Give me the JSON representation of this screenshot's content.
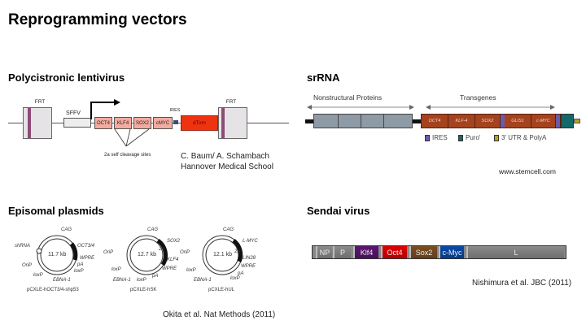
{
  "slide": {
    "title": "Reprogramming vectors"
  },
  "lentivirus": {
    "heading": "Polycistronic lentivirus",
    "frt_left": "FRT",
    "frt_right": "FRT",
    "promoter": "SFFV",
    "genes": [
      "OCT4",
      "KLF4",
      "SOX2",
      "cMYC"
    ],
    "ires": "IRES",
    "reporter": "dTom",
    "cleavage_label": "2a self cleavage sites",
    "citation_line1": "C. Baum/ A. Schambach",
    "citation_line2": "Hannover Medical School",
    "colors": {
      "gene": "#f4aaa0",
      "reporter": "#ee3311",
      "frt_bar": "#8e4a78",
      "frt_box": "#e6e3e6"
    }
  },
  "srrna": {
    "heading": "srRNA",
    "nonstructural_label": "Nonstructural Proteins",
    "transgenes_label": "Transgenes",
    "transgenes": [
      "OCT4",
      "KLF-4",
      "SOX2",
      "GLIS1",
      "c-MYC"
    ],
    "legend": [
      {
        "label": "IRES",
        "color": "#6a5aa8"
      },
      {
        "label": "Puro'",
        "color": "#13686a"
      },
      {
        "label": "3' UTR & PolyA",
        "color": "#b8a020"
      }
    ],
    "citation": "www.stemcell.com",
    "colors": {
      "nsp": "#8e9ba6",
      "transgene": "#a5431f"
    }
  },
  "episomal": {
    "heading": "Episomal plasmids",
    "plasmids": [
      {
        "name": "pCXLE-hOCT3/4-shp53",
        "size": "11.7 kb",
        "labels": [
          "CAG",
          "OCT3/4",
          "WPRE",
          "pA",
          "loxP",
          "EBNA-1",
          "loxP",
          "OriP",
          "shRNA"
        ]
      },
      {
        "name": "pCXLE-hSK",
        "size": "12.7 kb",
        "labels": [
          "CAG",
          "SOX2",
          "2A",
          "KLF4",
          "WPRE",
          "pA",
          "loxP",
          "EBNA-1",
          "loxP",
          "OriP"
        ]
      },
      {
        "name": "pCXLE-hUL",
        "size": "12.1 kb",
        "labels": [
          "CAG",
          "L-MYC",
          "2A",
          "LIN28",
          "WPRE",
          "pA",
          "loxP",
          "EBNA-1",
          "loxP",
          "OriP"
        ]
      }
    ],
    "citation": "Okita et al. Nat Methods (2011)"
  },
  "sendai": {
    "heading": "Sendai virus",
    "segments": [
      {
        "label": "NP",
        "color": "#8a8a8a"
      },
      {
        "label": "P",
        "color": "#8a8a8a"
      },
      {
        "label": "Klf4",
        "color": "#5a1670"
      },
      {
        "label": "Oct4",
        "color": "#e00000"
      },
      {
        "label": "Sox2",
        "color": "#7a4e22"
      },
      {
        "label": "c-Myc",
        "color": "#0a4aa8"
      },
      {
        "label": "L",
        "color": "#8a8a8a"
      }
    ],
    "citation": "Nishimura et al. JBC (2011)"
  }
}
